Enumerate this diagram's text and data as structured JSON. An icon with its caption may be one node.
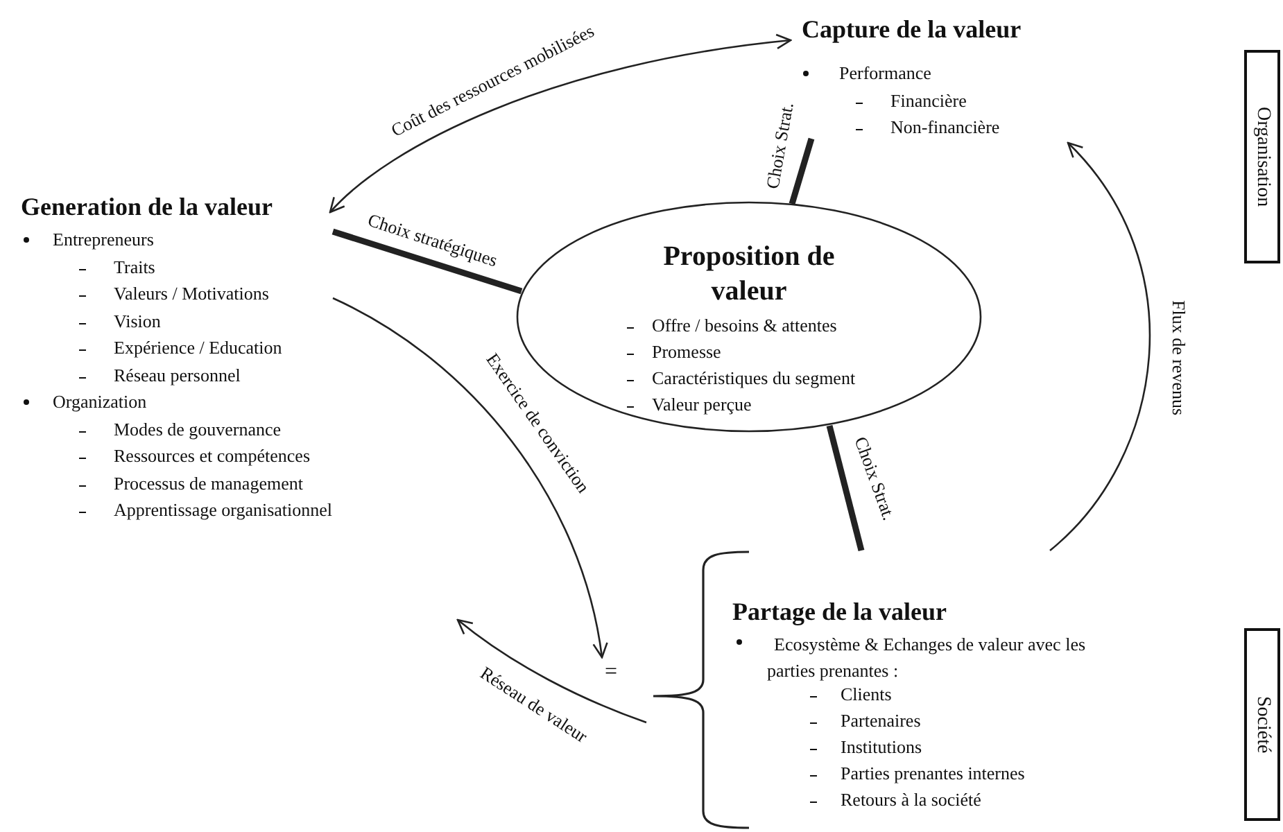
{
  "diagram": {
    "nodes": [
      {
        "text": [
          "Generation de la valeur",
          "Entrepreneurs",
          "Traits",
          "Valeurs / Motivations",
          "Vision",
          "Expérience / Education",
          "Réseau personnel",
          "Organization",
          "Modes de gouvernance",
          "Ressources et compétences",
          "Processus de management",
          "Apprentissage organisationnel"
        ]
      },
      {
        "text": [
          "Capture de la valeur",
          "Performance",
          "Financière",
          "Non-financière"
        ]
      },
      {
        "text": [
          "Proposition de valeur",
          "Offre / besoins & attentes",
          "Promesse",
          "Caractéristiques du segment",
          "Valeur perçue"
        ]
      },
      {
        "text": [
          "Partage de la valeur",
          "Ecosystème & Echanges de valeur avec les parties prenantes :",
          "Clients",
          "Partenaires",
          "Institutions",
          "Parties prenantes internes",
          "Retours à la société"
        ]
      },
      {
        "text": [
          "="
        ]
      },
      {
        "text": [
          "Organisation"
        ]
      },
      {
        "text": [
          "Société"
        ]
      }
    ],
    "edges": [
      {
        "from": 0,
        "to": 1,
        "arrow": "both",
        "label": "Coût des ressources mobilisées"
      },
      {
        "from": 0,
        "to": 2,
        "arrow": "none",
        "style": "thick",
        "label": "Choix stratégiques"
      },
      {
        "from": 1,
        "to": 2,
        "arrow": "none",
        "style": "thick",
        "label": "Choix Strat."
      },
      {
        "from": 2,
        "to": 3,
        "arrow": "none",
        "style": "thick",
        "label": "Choix Strat."
      },
      {
        "from": 0,
        "to": 4,
        "arrow": "to",
        "label": "Exercice de conviction"
      },
      {
        "from": 3,
        "to": null,
        "arrow": "to",
        "label": "Réseau de valeur"
      },
      {
        "from": 3,
        "to": 1,
        "arrow": "to",
        "label": "Flux de revenus"
      }
    ]
  }
}
